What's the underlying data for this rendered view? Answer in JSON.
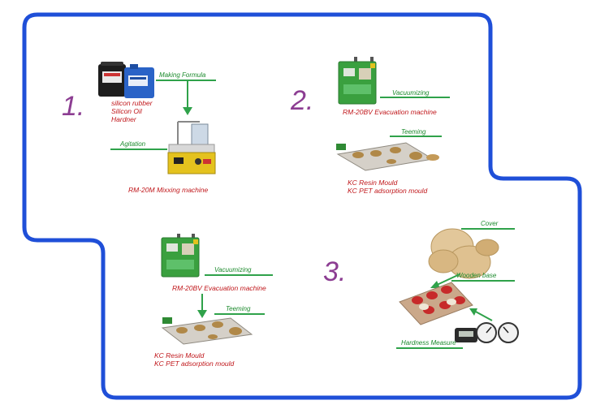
{
  "colors": {
    "border": "#1f4fd8",
    "step_number": "#8c3d92",
    "red_text": "#c0171b",
    "green_text": "#1b8a2c",
    "arrow": "#2fa24a"
  },
  "steps": [
    {
      "number": "1.",
      "materials": [
        "silicon rubber",
        "Silicon Oil",
        "Hardner"
      ],
      "process_1": "Making Formula",
      "process_2": "Agitation",
      "machine": "RM-20M Mixxing machine"
    },
    {
      "number": "2.",
      "process_1": "Vacuumizing",
      "machine": "RM-20BV Evacuation machine",
      "process_2": "Teeming",
      "mould_1": "KC Resin Mould",
      "mould_2": "KC PET adsorption mould"
    },
    {
      "process_1": "Vacuumizing",
      "machine": "RM-20BV Evacuation machine",
      "process_2": "Teeming",
      "mould_1": "KC Resin Mould",
      "mould_2": "KC PET adsorption mould"
    },
    {
      "number": "3.",
      "part_1": "Cover",
      "part_2": "Wooden base",
      "tool": "Hardness Measure"
    }
  ]
}
